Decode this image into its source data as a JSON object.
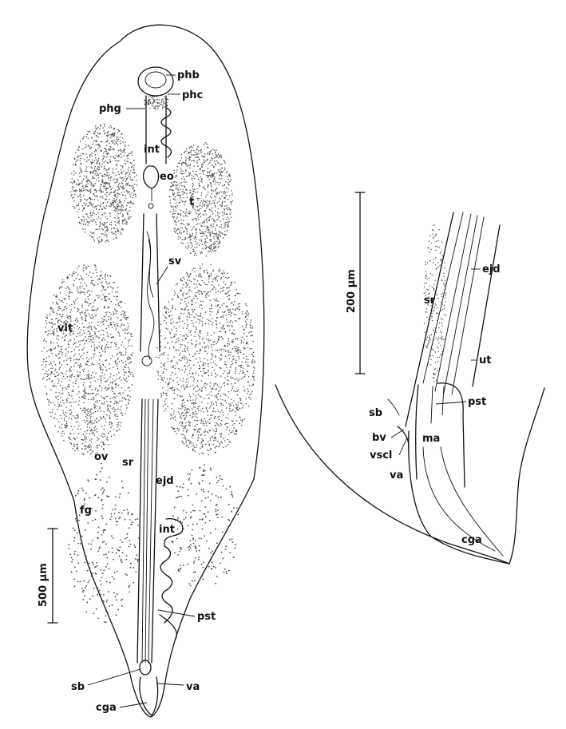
{
  "figure_a": {
    "labels": {
      "phb": "phb",
      "phc": "phc",
      "phg": "phg",
      "int_top": "int",
      "eo": "eo",
      "t": "t",
      "sv": "sv",
      "vit": "vit",
      "ov": "ov",
      "sr": "sr",
      "ejd": "ejd",
      "fg": "fg",
      "int_bottom": "int",
      "pst": "pst",
      "sb": "sb",
      "va": "va",
      "cga": "cga"
    },
    "scale_bar": "500 µm"
  },
  "figure_b": {
    "labels": {
      "ejd": "ejd",
      "sr": "sr",
      "ut": "ut",
      "pst": "pst",
      "sb": "sb",
      "bv": "bv",
      "ma": "ma",
      "vscl": "vscl",
      "va": "va",
      "cga": "cga"
    },
    "scale_bar": "200 µm"
  }
}
